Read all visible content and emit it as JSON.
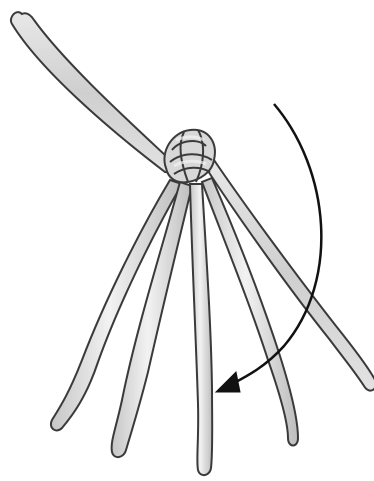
{
  "figure": {
    "subject": "cord-strands-knotted-at-top",
    "strand_count": 6,
    "annotation": {
      "type": "curved-arrow",
      "direction": "clockwise-down-left",
      "icon": "curved-arrow-icon"
    }
  },
  "colors": {
    "background": "#ffffff",
    "strand_fill": "#dcdcdc",
    "strand_highlight": "#f4f4f4",
    "strand_outline": "#3a3a3a",
    "strand_shadow": "#a9a9a9",
    "arrow": "#111111"
  }
}
